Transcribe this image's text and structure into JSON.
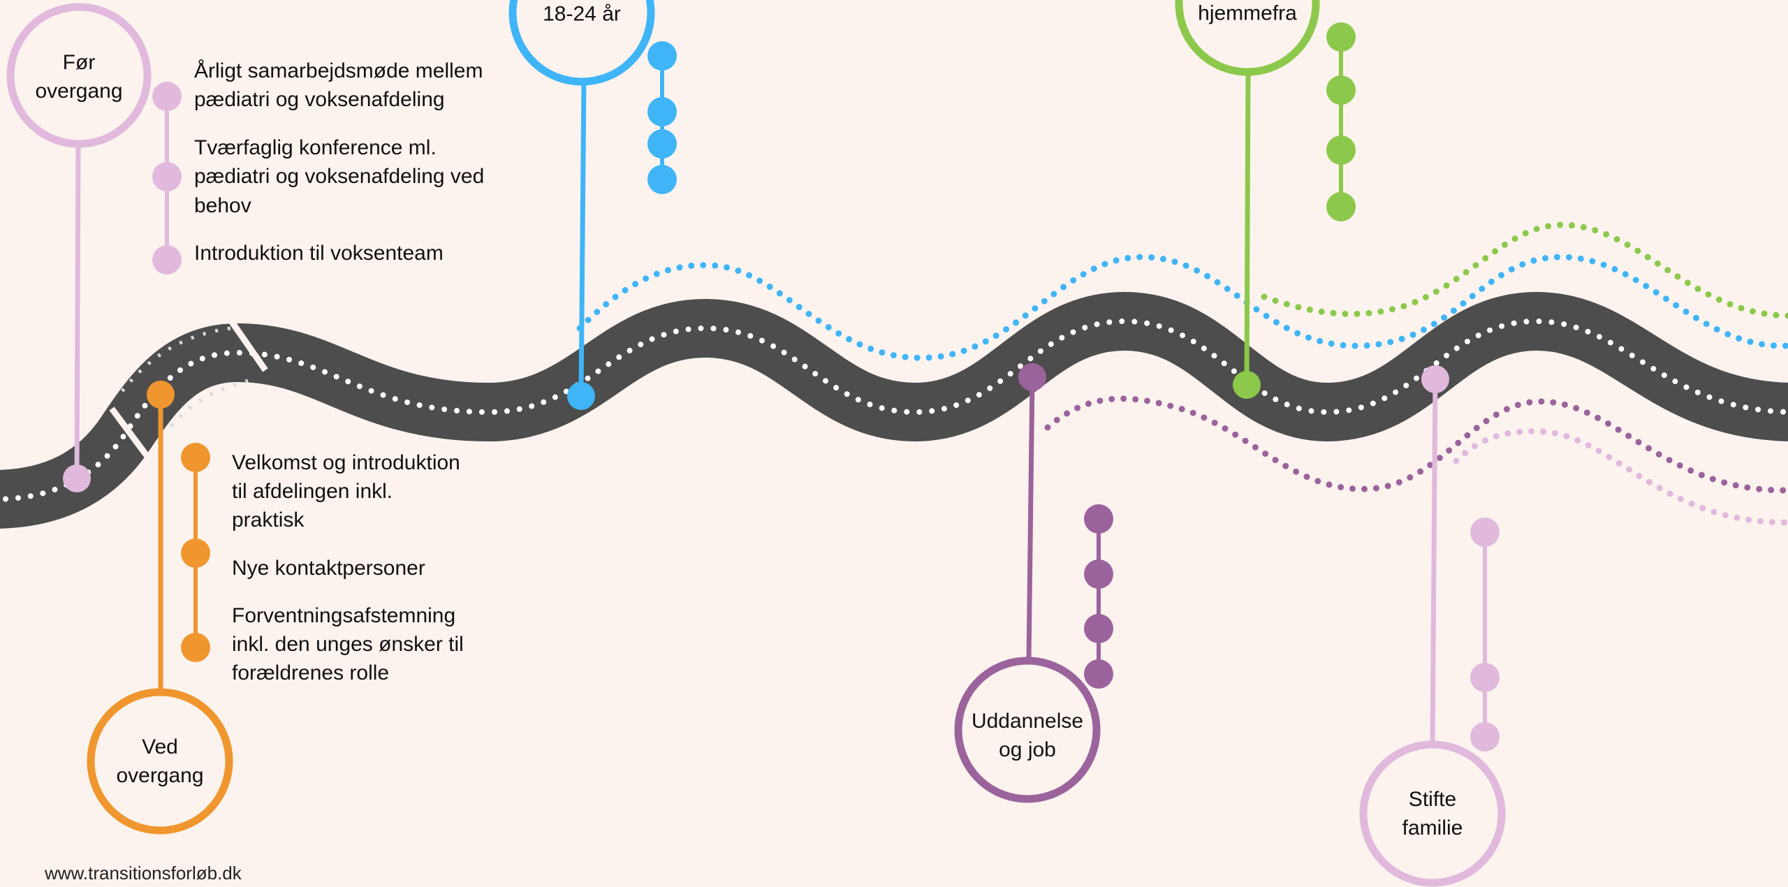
{
  "milestones": {
    "foer_overgang": {
      "label_line1": "Før",
      "label_line2": "overgang",
      "color": "#e0b9dd",
      "items": [
        "Årligt samarbejdsmøde mellem",
        "pædiatri og voksenafdeling",
        "Tværfaglig konference ml.",
        "pædiatri og voksenafdeling ved",
        "behov",
        "Introduktion til voksenteam"
      ]
    },
    "ved_overgang": {
      "label_line1": "Ved",
      "label_line2": "overgang",
      "color": "#f0962e",
      "items": [
        "Velkomst og introduktion",
        "til afdelingen inkl.",
        "praktisk",
        "Nye kontaktpersoner",
        "Forventningsafstemning",
        "inkl. den unges ønsker til",
        "forældrenes rolle"
      ]
    },
    "age": {
      "label": "18-24 år",
      "color": "#3fb5f7"
    },
    "hjemmefra": {
      "label": "hjemmefra",
      "color": "#8cc84b"
    },
    "uddannelse": {
      "label_line1": "Uddannelse",
      "label_line2": "og job",
      "color": "#9b639b"
    },
    "stifte": {
      "label_line1": "Stifte",
      "label_line2": "familie",
      "color": "#e0b9dd"
    }
  },
  "road_color": "#4d4d4d",
  "footer": "www.transitionsforløb.dk"
}
